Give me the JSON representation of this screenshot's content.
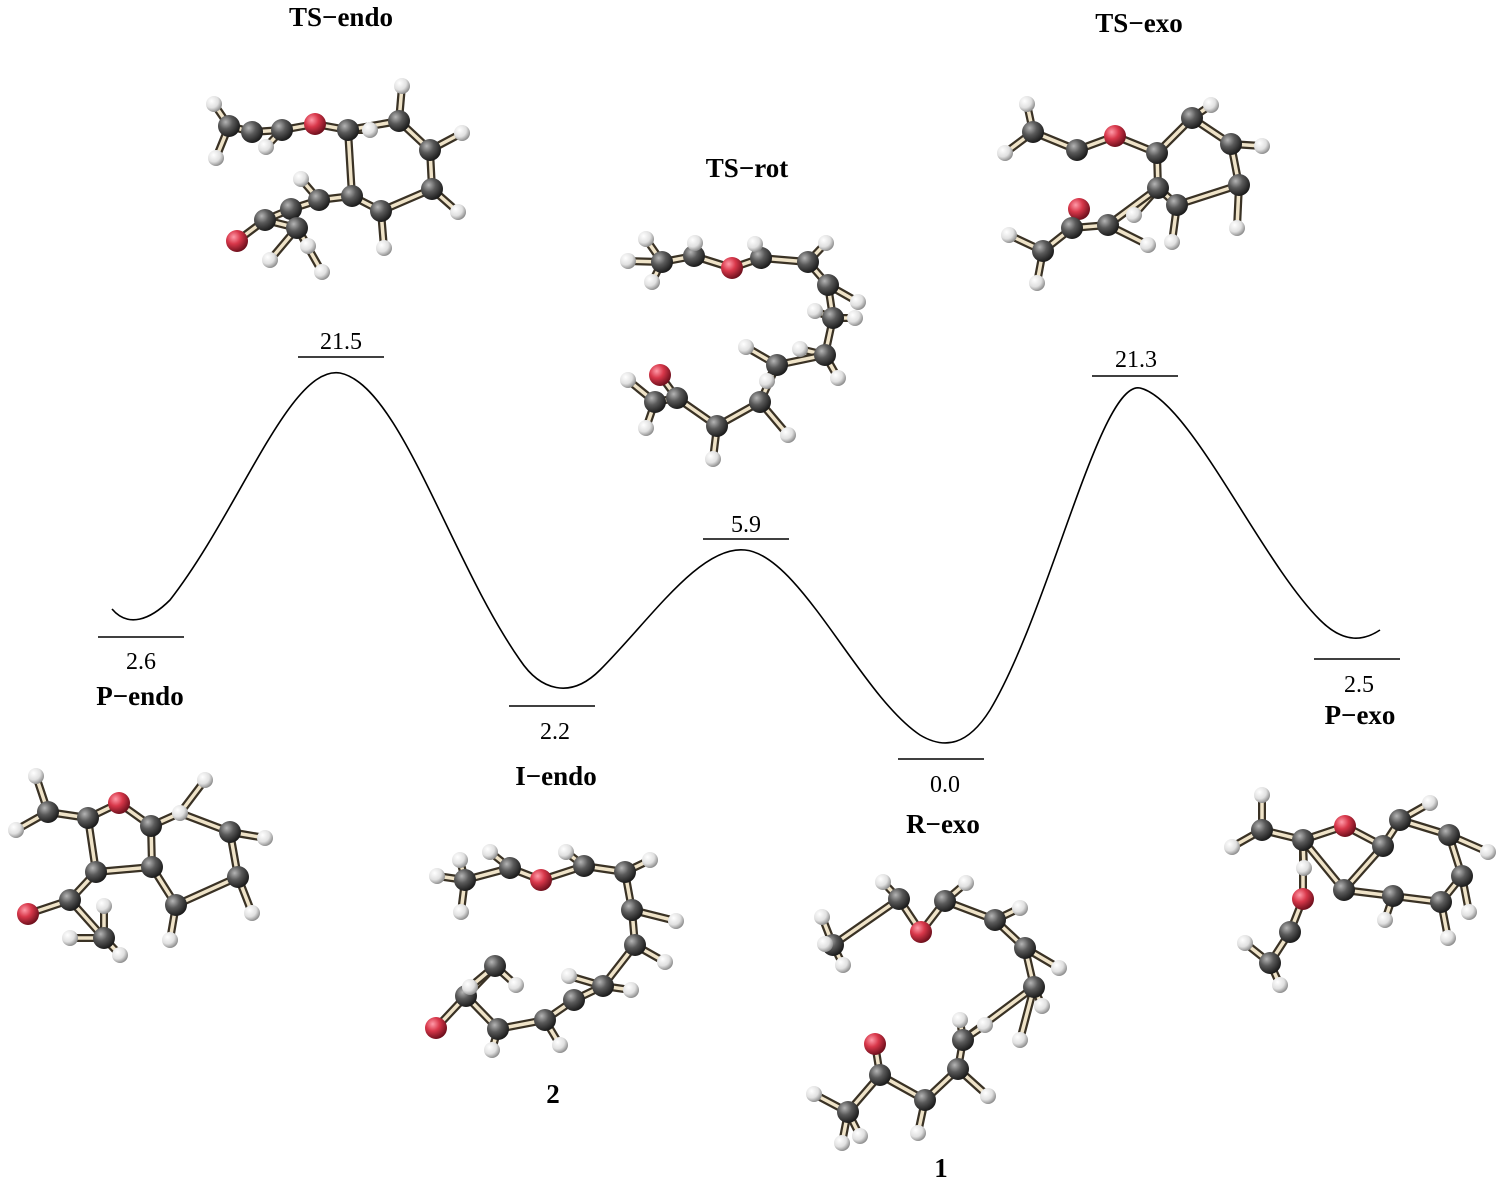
{
  "points": [
    {
      "id": "p-endo",
      "name": "P−endo",
      "energy": "2.6",
      "structure": ""
    },
    {
      "id": "ts-endo",
      "name": "TS−endo",
      "energy": "21.5",
      "structure": ""
    },
    {
      "id": "i-endo",
      "name": "I−endo",
      "energy": "2.2",
      "structure": "2"
    },
    {
      "id": "ts-rot",
      "name": "TS−rot",
      "energy": "5.9",
      "structure": ""
    },
    {
      "id": "r-exo",
      "name": "R−exo",
      "energy": "0.0",
      "structure": "1"
    },
    {
      "id": "ts-exo",
      "name": "TS−exo",
      "energy": "21.3",
      "structure": ""
    },
    {
      "id": "p-exo",
      "name": "P−exo",
      "energy": "2.5",
      "structure": ""
    }
  ],
  "atom_colors": {
    "carbon": "#5a5a5a",
    "hydrogen": "#ececec",
    "oxygen": "#d8374a",
    "bond": "#efe3c8"
  }
}
